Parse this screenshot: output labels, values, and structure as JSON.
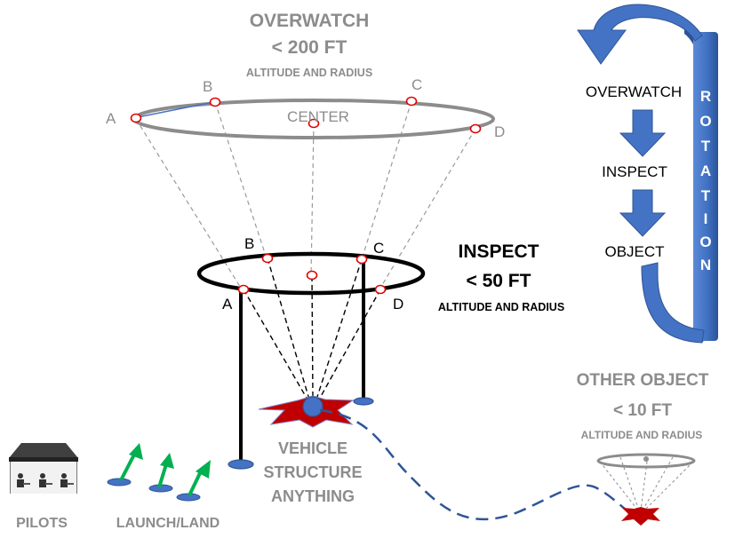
{
  "overwatch": {
    "title": "OVERWATCH",
    "limit": "< 200 FT",
    "subtitle": "ALTITUDE AND RADIUS",
    "points": {
      "a": "A",
      "b": "B",
      "c": "C",
      "d": "D",
      "center": "CENTER"
    }
  },
  "inspect": {
    "title": "INSPECT",
    "limit": "< 50 FT",
    "subtitle": "ALTITUDE AND RADIUS",
    "points": {
      "a": "A",
      "b": "B",
      "c": "C",
      "d": "D"
    }
  },
  "other_object": {
    "title": "OTHER OBJECT",
    "limit": "< 10 FT",
    "subtitle": "ALTITUDE AND RADIUS"
  },
  "object_label": {
    "line1": "VEHICLE",
    "line2": "STRUCTURE",
    "line3": "ANYTHING"
  },
  "bottom_labels": {
    "pilots": "PILOTS",
    "launch_land": "LAUNCH/LAND"
  },
  "rotation": {
    "vertical_label": "ROTATION",
    "letters": [
      "R",
      "O",
      "T",
      "A",
      "T",
      "I",
      "O",
      "N"
    ],
    "steps": [
      "OVERWATCH",
      "INSPECT",
      "OBJECT"
    ]
  },
  "colors": {
    "gray_text": "#8c8c8c",
    "ring_gray": "#8c8c8c",
    "ring_black": "#000000",
    "accent_blue": "#4472c4",
    "dark_blue": "#2f5597",
    "target_red": "#c00000",
    "arrow_green": "#00b050",
    "marker_red": "#e00000"
  }
}
